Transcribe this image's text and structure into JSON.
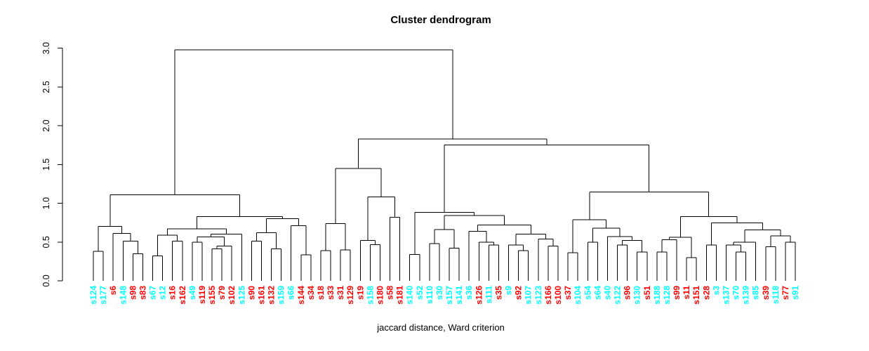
{
  "chart_data": {
    "type": "dendrogram",
    "title": "Cluster dendrogram",
    "xlabel": "jaccard distance, Ward criterion",
    "ylabel": "",
    "ylim": [
      0,
      3
    ],
    "yticks": [
      "0.0",
      "0.5",
      "1.0",
      "1.5",
      "2.0",
      "2.5",
      "3.0"
    ],
    "grid": false,
    "legend": "none",
    "branch_color": "#000000",
    "label_colors": {
      "c": "#00ffff",
      "r": "#ff0000"
    },
    "leaves": [
      {
        "label": "s124",
        "color": "c"
      },
      {
        "label": "s177",
        "color": "c"
      },
      {
        "label": "s6",
        "color": "r"
      },
      {
        "label": "s148",
        "color": "c"
      },
      {
        "label": "s98",
        "color": "r"
      },
      {
        "label": "s83",
        "color": "r"
      },
      {
        "label": "s67",
        "color": "c"
      },
      {
        "label": "s12",
        "color": "c"
      },
      {
        "label": "s16",
        "color": "r"
      },
      {
        "label": "s162",
        "color": "r"
      },
      {
        "label": "s49",
        "color": "c"
      },
      {
        "label": "s119",
        "color": "r"
      },
      {
        "label": "s155",
        "color": "r"
      },
      {
        "label": "s79",
        "color": "r"
      },
      {
        "label": "s102",
        "color": "r"
      },
      {
        "label": "s125",
        "color": "c"
      },
      {
        "label": "s90",
        "color": "r"
      },
      {
        "label": "s161",
        "color": "r"
      },
      {
        "label": "s132",
        "color": "r"
      },
      {
        "label": "s159",
        "color": "c"
      },
      {
        "label": "s66",
        "color": "c"
      },
      {
        "label": "s144",
        "color": "r"
      },
      {
        "label": "s34",
        "color": "r"
      },
      {
        "label": "s18",
        "color": "r"
      },
      {
        "label": "s33",
        "color": "r"
      },
      {
        "label": "s31",
        "color": "r"
      },
      {
        "label": "s129",
        "color": "r"
      },
      {
        "label": "s19",
        "color": "r"
      },
      {
        "label": "s158",
        "color": "c"
      },
      {
        "label": "s180",
        "color": "r"
      },
      {
        "label": "s58",
        "color": "r"
      },
      {
        "label": "s181",
        "color": "r"
      },
      {
        "label": "s140",
        "color": "c"
      },
      {
        "label": "s52",
        "color": "c"
      },
      {
        "label": "s110",
        "color": "c"
      },
      {
        "label": "s30",
        "color": "c"
      },
      {
        "label": "s157",
        "color": "c"
      },
      {
        "label": "s141",
        "color": "c"
      },
      {
        "label": "s36",
        "color": "c"
      },
      {
        "label": "s126",
        "color": "r"
      },
      {
        "label": "s111",
        "color": "c"
      },
      {
        "label": "s35",
        "color": "r"
      },
      {
        "label": "s9",
        "color": "c"
      },
      {
        "label": "s92",
        "color": "r"
      },
      {
        "label": "s107",
        "color": "c"
      },
      {
        "label": "s123",
        "color": "c"
      },
      {
        "label": "s166",
        "color": "r"
      },
      {
        "label": "s100",
        "color": "r"
      },
      {
        "label": "s37",
        "color": "r"
      },
      {
        "label": "s104",
        "color": "c"
      },
      {
        "label": "s54",
        "color": "c"
      },
      {
        "label": "s64",
        "color": "c"
      },
      {
        "label": "s40",
        "color": "c"
      },
      {
        "label": "s122",
        "color": "c"
      },
      {
        "label": "s96",
        "color": "r"
      },
      {
        "label": "s130",
        "color": "c"
      },
      {
        "label": "s51",
        "color": "r"
      },
      {
        "label": "s188",
        "color": "c"
      },
      {
        "label": "s128",
        "color": "c"
      },
      {
        "label": "s99",
        "color": "r"
      },
      {
        "label": "s11",
        "color": "r"
      },
      {
        "label": "s151",
        "color": "r"
      },
      {
        "label": "s28",
        "color": "r"
      },
      {
        "label": "s3",
        "color": "c"
      },
      {
        "label": "s137",
        "color": "c"
      },
      {
        "label": "s70",
        "color": "c"
      },
      {
        "label": "s139",
        "color": "c"
      },
      {
        "label": "s85",
        "color": "c"
      },
      {
        "label": "s39",
        "color": "r"
      },
      {
        "label": "s118",
        "color": "c"
      },
      {
        "label": "s77",
        "color": "r"
      },
      {
        "label": "s91",
        "color": "c"
      }
    ],
    "tree": [
      2.98,
      [
        1.11,
        [
          0.7,
          [
            0.38,
            "s124",
            "s177"
          ],
          [
            0.61,
            "s6",
            [
              0.51,
              "s148",
              [
                0.35,
                "s98",
                "s83"
              ]
            ]
          ]
        ],
        [
          0.83,
          [
            0.67,
            [
              0.59,
              [
                0.32,
                "s67",
                "s12"
              ],
              [
                0.51,
                "s16",
                "s162"
              ]
            ],
            [
              0.6,
              [
                0.565,
                [
                  0.5,
                  "s49",
                  "s119"
                ],
                [
                  0.45,
                  [
                    0.41,
                    "s155",
                    "s79"
                  ],
                  "s102"
                ]
              ],
              "s125"
            ]
          ],
          [
            0.8,
            [
              0.62,
              [
                0.51,
                "s90",
                "s161"
              ],
              [
                0.41,
                "s132",
                "s159"
              ]
            ],
            [
              0.71,
              "s66",
              [
                0.335,
                "s144",
                "s34"
              ]
            ]
          ]
        ]
      ],
      [
        1.83,
        [
          1.45,
          [
            0.74,
            [
              0.39,
              "s18",
              "s33"
            ],
            [
              0.4,
              "s31",
              "s129"
            ]
          ],
          [
            1.08,
            [
              0.52,
              "s19",
              [
                0.465,
                "s158",
                "s180"
              ]
            ],
            [
              0.82,
              "s58",
              "s181"
            ]
          ]
        ],
        [
          1.75,
          [
            0.885,
            [
              0.34,
              "s140",
              "s52"
            ],
            [
              0.84,
              [
                0.66,
                [
                  0.48,
                  "s110",
                  "s30"
                ],
                [
                  0.42,
                  "s157",
                  "s141"
                ]
              ],
              [
                0.72,
                [
                  0.64,
                  "s36",
                  [
                    0.5,
                    "s126",
                    [
                      0.46,
                      "s111",
                      "s35"
                    ]
                  ]
                ],
                [
                  0.6,
                  [
                    0.46,
                    "s9",
                    [
                      0.39,
                      "s92",
                      "s107"
                    ]
                  ],
                  [
                    0.54,
                    "s123",
                    [
                      0.45,
                      "s166",
                      "s100"
                    ]
                  ]
                ]
              ]
            ]
          ],
          [
            1.145,
            [
              0.79,
              [
                0.36,
                "s37",
                "s104"
              ],
              [
                0.68,
                [
                  0.5,
                  "s54",
                  "s64"
                ],
                [
                  0.57,
                  "s40",
                  [
                    0.52,
                    [
                      0.46,
                      "s122",
                      "s96"
                    ],
                    [
                      0.37,
                      "s130",
                      "s51"
                    ]
                  ]
                ]
              ]
            ],
            [
              0.83,
              [
                0.56,
                [
                  0.53,
                  [
                    0.37,
                    "s188",
                    "s128"
                  ],
                  "s99"
                ],
                [
                  0.3,
                  "s11",
                  "s151"
                ]
              ],
              [
                0.745,
                [
                  0.46,
                  "s28",
                  "s3"
                ],
                [
                  0.655,
                  [
                    0.5,
                    [
                      0.46,
                      "s137",
                      [
                        0.37,
                        "s70",
                        "s139"
                      ]
                    ],
                    "s85"
                  ],
                  [
                    0.58,
                    [
                      0.44,
                      "s39",
                      "s118"
                    ],
                    [
                      0.5,
                      "s77",
                      "s91"
                    ]
                  ]
                ]
              ]
            ]
          ]
        ]
      ]
    ]
  }
}
